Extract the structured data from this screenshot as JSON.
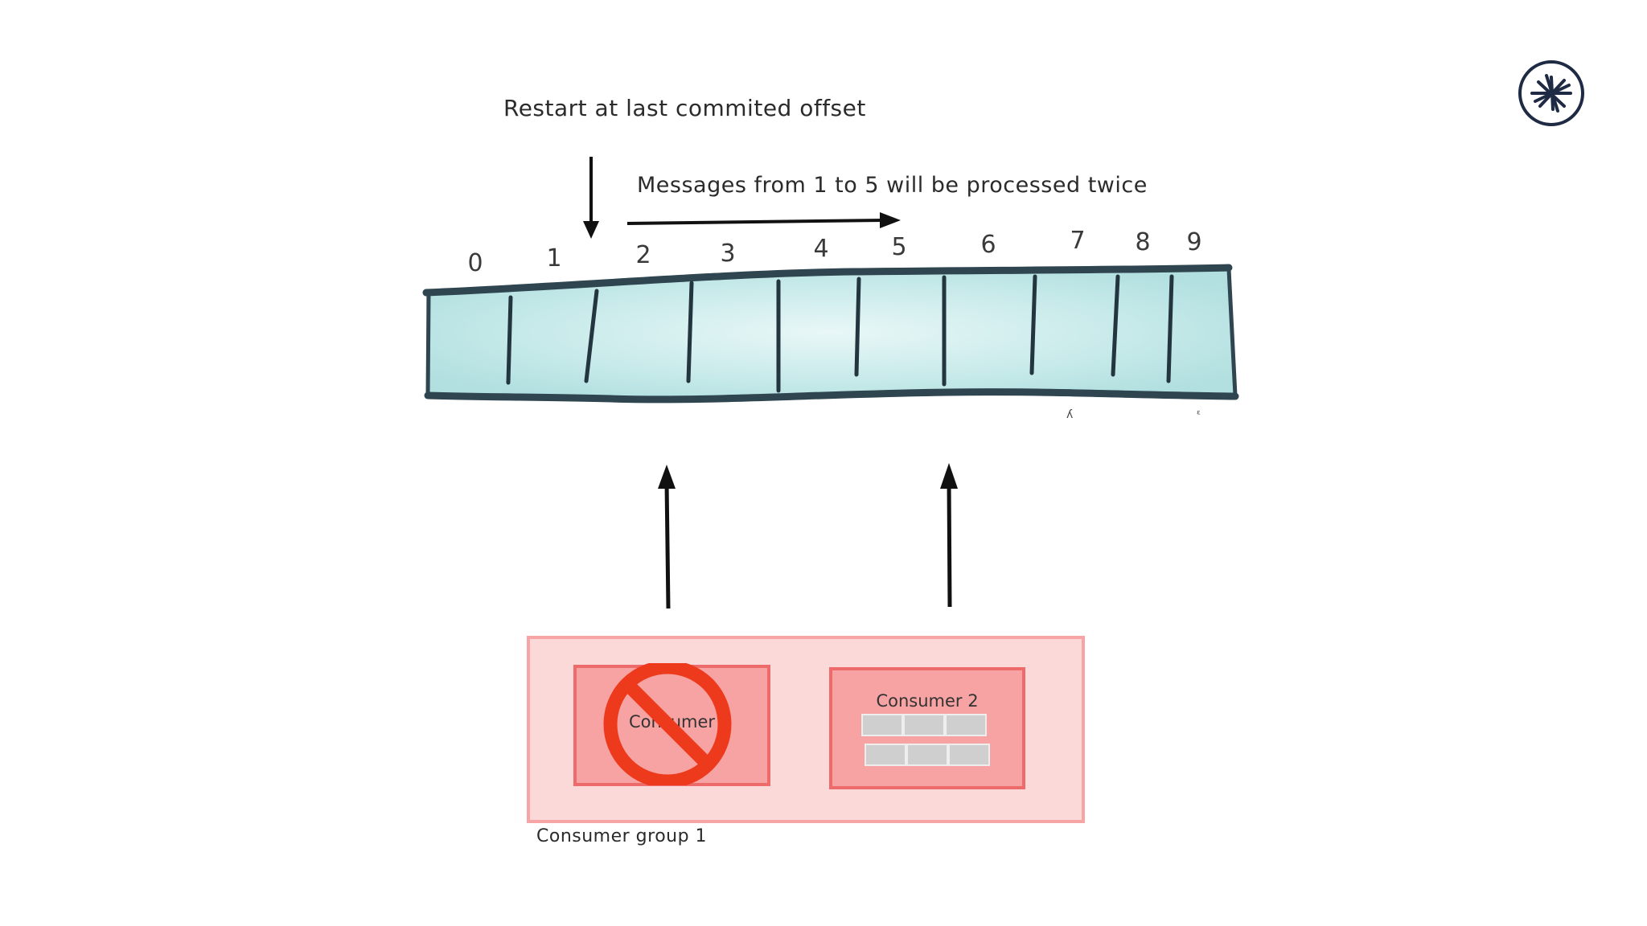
{
  "annotations": {
    "restart": "Restart at last commited offset",
    "twice": "Messages from 1 to 5 will be processed twice"
  },
  "log": {
    "offsets": [
      "0",
      "1",
      "2",
      "3",
      "4",
      "5",
      "6",
      "7",
      "8",
      "9"
    ]
  },
  "consumer_group": {
    "label": "Consumer group 1",
    "consumers": [
      {
        "label": "Consumer",
        "status": "failed"
      },
      {
        "label": "Consumer 2",
        "status": "active"
      }
    ]
  },
  "colors": {
    "log_fill": "#bfe6e6",
    "log_stroke": "#2f4550",
    "group_fill": "#fcd9d9",
    "consumer_fill": "#f7a3a3",
    "prohibited": "#ee3a1c",
    "logo": "#1f2a44"
  },
  "icons": {
    "failed_consumer": "prohibited-icon",
    "logo": "starburst-logo-icon"
  }
}
